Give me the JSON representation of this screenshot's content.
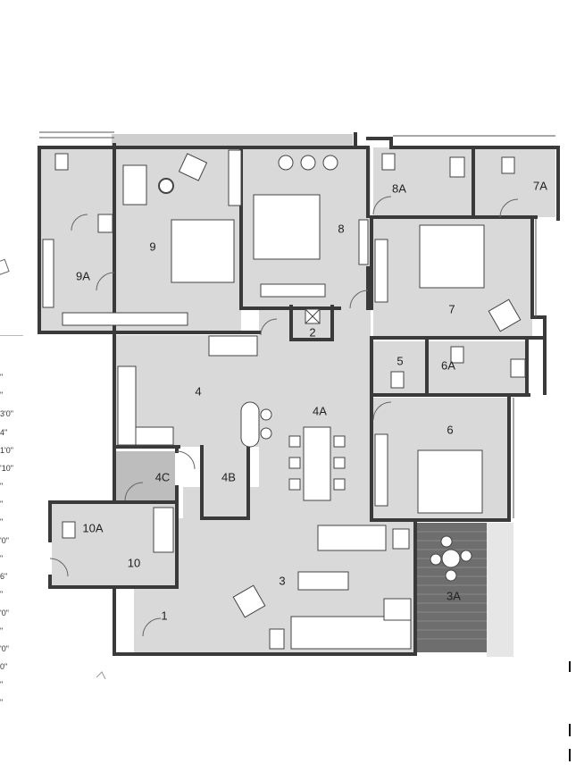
{
  "rooms": [
    {
      "id": "1",
      "label": "1"
    },
    {
      "id": "2",
      "label": "2"
    },
    {
      "id": "3",
      "label": "3"
    },
    {
      "id": "3A",
      "label": "3A"
    },
    {
      "id": "4",
      "label": "4"
    },
    {
      "id": "4A",
      "label": "4A"
    },
    {
      "id": "4B",
      "label": "4B"
    },
    {
      "id": "4C",
      "label": "4C"
    },
    {
      "id": "5",
      "label": "5"
    },
    {
      "id": "6",
      "label": "6"
    },
    {
      "id": "6A",
      "label": "6A"
    },
    {
      "id": "7",
      "label": "7"
    },
    {
      "id": "7A",
      "label": "7A"
    },
    {
      "id": "8",
      "label": "8"
    },
    {
      "id": "8A",
      "label": "8A"
    },
    {
      "id": "9",
      "label": "9"
    },
    {
      "id": "9A",
      "label": "9A"
    },
    {
      "id": "10",
      "label": "10"
    },
    {
      "id": "10A",
      "label": "10A"
    }
  ],
  "side_column": [
    "\"",
    "\"",
    "3'0\"",
    "4\"",
    "1'0\"",
    "'10\"",
    "\"",
    "\"",
    "\"",
    "'0\"",
    "\"",
    "6\"",
    "\"",
    "'0\"",
    "\"",
    "'0\"",
    "0\"",
    "\"",
    "\""
  ],
  "colors": {
    "wall": "#3a3a3a",
    "floor": "#d9d9d9",
    "floor_dark": "#bdbdbd",
    "deck": "#6e6e6e",
    "furniture": "#ffffff",
    "line": "#555555"
  }
}
